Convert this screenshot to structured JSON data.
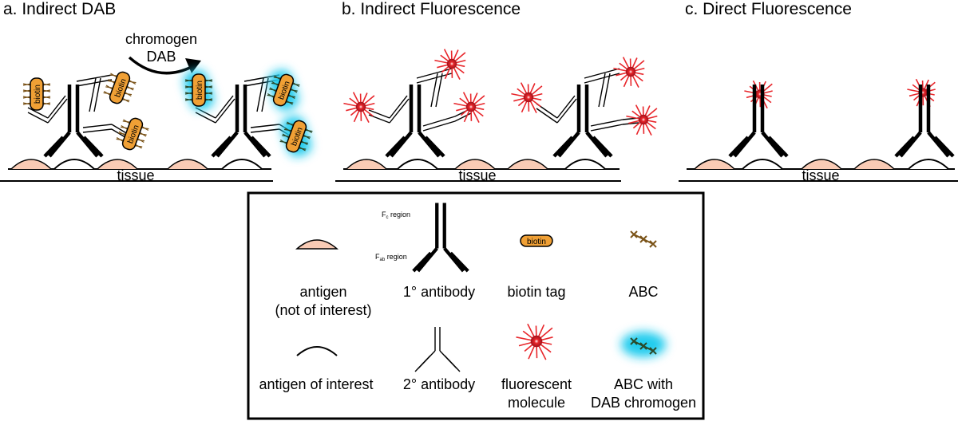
{
  "panels": [
    {
      "title": "a. Indirect DAB",
      "tissue": "tissue",
      "note_line1": "chromogen",
      "note_line2": "DAB"
    },
    {
      "title": "b. Indirect Fluorescence",
      "tissue": "tissue"
    },
    {
      "title": "c. Direct Fluorescence",
      "tissue": "tissue"
    }
  ],
  "biotin_text": "biotin",
  "legend": {
    "fc_region": "F",
    "fc_sub": "c",
    "fc_suffix": " region",
    "fab_region": "F",
    "fab_sub": "ab",
    "fab_suffix": " region",
    "items": [
      {
        "line1": "antigen",
        "line2": "(not of interest)"
      },
      {
        "line1": "1° antibody",
        "line2": ""
      },
      {
        "line1": "biotin tag",
        "line2": ""
      },
      {
        "line1": "ABC",
        "line2": ""
      },
      {
        "line1": "antigen of interest",
        "line2": ""
      },
      {
        "line1": "2° antibody",
        "line2": ""
      },
      {
        "line1": "fluorescent",
        "line2": "molecule"
      },
      {
        "line1": "ABC with",
        "line2": "DAB chromogen"
      }
    ]
  },
  "colors": {
    "antigen_fill": "#f9cbb5",
    "biotin_fill": "#f0a035",
    "abc": "#7a5318",
    "glow": "#22ccee",
    "fluor": "#e8262b",
    "fluor_core": "#b3121a"
  }
}
